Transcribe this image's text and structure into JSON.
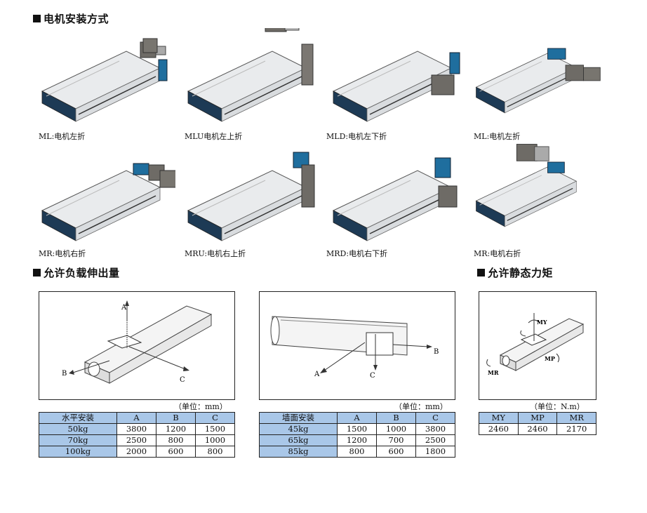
{
  "sections": {
    "mounting": "电机安装方式",
    "load": "允许负载伸出量",
    "moment": "允许静态力矩"
  },
  "mounts": [
    {
      "caption": "ML:电机左折"
    },
    {
      "caption": "MLU电机左上折"
    },
    {
      "caption": "MLD:电机左下折"
    },
    {
      "caption": "ML:电机左折"
    },
    {
      "caption": "MR:电机右折"
    },
    {
      "caption": "MRU:电机右上折"
    },
    {
      "caption": "MRD:电机右下折"
    },
    {
      "caption": "MR:电机右折"
    }
  ],
  "diagrams": {
    "horizontal": {
      "axis_a": "A",
      "axis_b": "B",
      "axis_c": "C"
    },
    "wall": {
      "axis_a": "A",
      "axis_b": "B",
      "axis_c": "C"
    },
    "moment": {
      "my": "MY",
      "mp": "MP",
      "mr": "MR"
    }
  },
  "tables": {
    "horizontal": {
      "unit": "（单位：mm）",
      "headers": [
        "水平安装",
        "A",
        "B",
        "C"
      ],
      "rows": [
        [
          "50kg",
          "3800",
          "1200",
          "1500"
        ],
        [
          "70kg",
          "2500",
          "800",
          "1000"
        ],
        [
          "100kg",
          "2000",
          "600",
          "800"
        ]
      ]
    },
    "wall": {
      "unit": "（单位：mm）",
      "headers": [
        "墙面安装",
        "A",
        "B",
        "C"
      ],
      "rows": [
        [
          "45kg",
          "1500",
          "1000",
          "3800"
        ],
        [
          "65kg",
          "1200",
          "700",
          "2500"
        ],
        [
          "85kg",
          "800",
          "600",
          "1800"
        ]
      ]
    },
    "moment": {
      "unit": "（单位：N.m）",
      "headers": [
        "MY",
        "MP",
        "MR"
      ],
      "rows": [
        [
          "2460",
          "2460",
          "2170"
        ]
      ]
    }
  },
  "colors": {
    "table_header": "#a9c7e8",
    "actuator_blue": "#1f6e9e",
    "motor_gray": "#6e6b66",
    "rail_white": "#f3f4f5"
  }
}
